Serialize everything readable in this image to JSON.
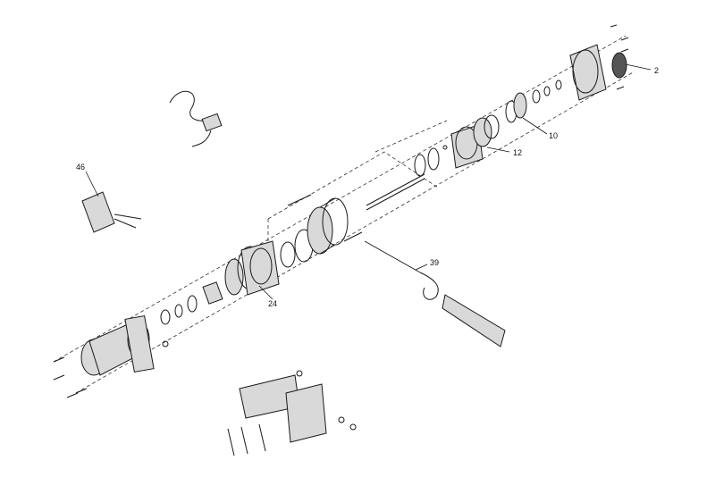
{
  "callouts": {
    "c2": "2",
    "c10": "10",
    "c12": "12",
    "c24": "24",
    "c39": "39",
    "c46": "46"
  }
}
